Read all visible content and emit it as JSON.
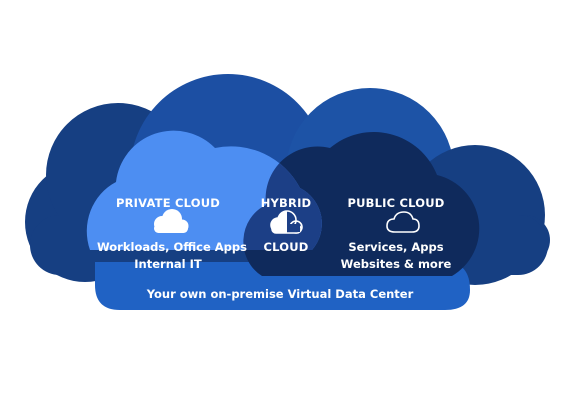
{
  "colors": {
    "outer_dark": "#163f82",
    "outer_mid": "#1c4fa3",
    "base_band": "#2062c4",
    "private": "#4d8ef2",
    "public": "#0f2a5c",
    "hybrid": "#1c3f86"
  },
  "private_cloud": {
    "title": "PRIVATE CLOUD",
    "icon": "cloud-filled-icon",
    "line1": "Workloads, Office Apps",
    "line2": "Internal IT"
  },
  "hybrid_cloud": {
    "title_top": "HYBRID",
    "icon": "cloud-half-filled-icon",
    "title_bottom": "CLOUD"
  },
  "public_cloud": {
    "title": "PUBLIC CLOUD",
    "icon": "cloud-outline-icon",
    "line1": "Services, Apps",
    "line2": "Websites & more"
  },
  "footer": {
    "text": "Your own on-premise Virtual Data Center"
  }
}
